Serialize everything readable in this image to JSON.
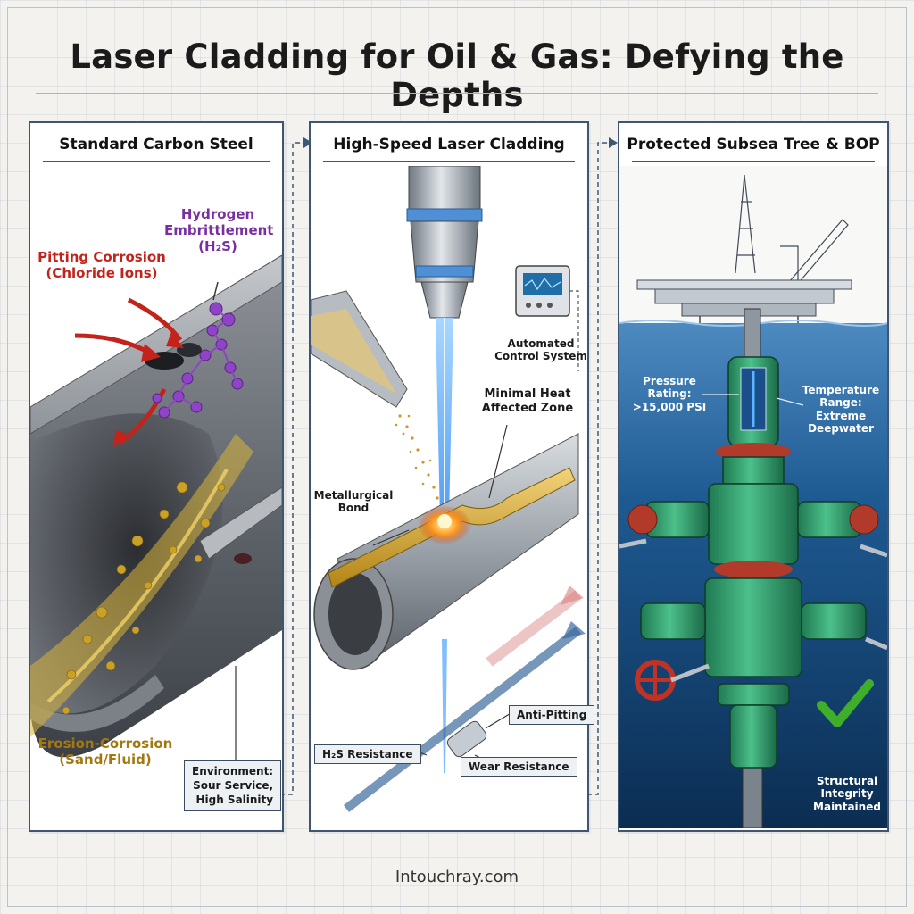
{
  "title": "Laser Cladding for Oil & Gas: Defying the Depths",
  "panels": [
    {
      "header": "Standard Carbon Steel",
      "labels": {
        "hydrogen": [
          "Hydrogen",
          "Embrittlement",
          "(H₂S)"
        ],
        "pitting": [
          "Pitting Corrosion",
          "(Chloride Ions)"
        ],
        "erosion": [
          "Erosion-Corrosion",
          "(Sand/Fluid)"
        ],
        "environment": [
          "Environment:",
          "Sour Service,",
          "High Salinity"
        ]
      }
    },
    {
      "header": "High-Speed Laser Cladding",
      "labels": {
        "control": [
          "Automated",
          "Control System"
        ],
        "heat": [
          "Minimal Heat",
          "Affected Zone"
        ],
        "bond": [
          "Metallurgical",
          "Bond"
        ],
        "anti_pitting": "Anti-Pitting",
        "h2s": "H₂S Resistance",
        "wear": "Wear Resistance"
      }
    },
    {
      "header": "Protected Subsea Tree & BOP",
      "labels": {
        "pressure": [
          "Pressure Rating:",
          ">15,000 PSI"
        ],
        "temperature": [
          "Temperature",
          "Range:",
          "Extreme",
          "Deepwater"
        ],
        "integrity": [
          "Structural",
          "Integrity",
          "Maintained"
        ]
      }
    }
  ],
  "footer": "Intouchray.com",
  "colors": {
    "panel_border": "#3f5672",
    "pitting": "#c4231b",
    "hydrogen": "#7a2fa0",
    "erosion": "#a4780e",
    "laser": "#3ea2ff",
    "cladding": "#d7a52d",
    "tree_green": "#2f9b68",
    "ocean": "#0f3a66",
    "check": "#3fae2a"
  }
}
